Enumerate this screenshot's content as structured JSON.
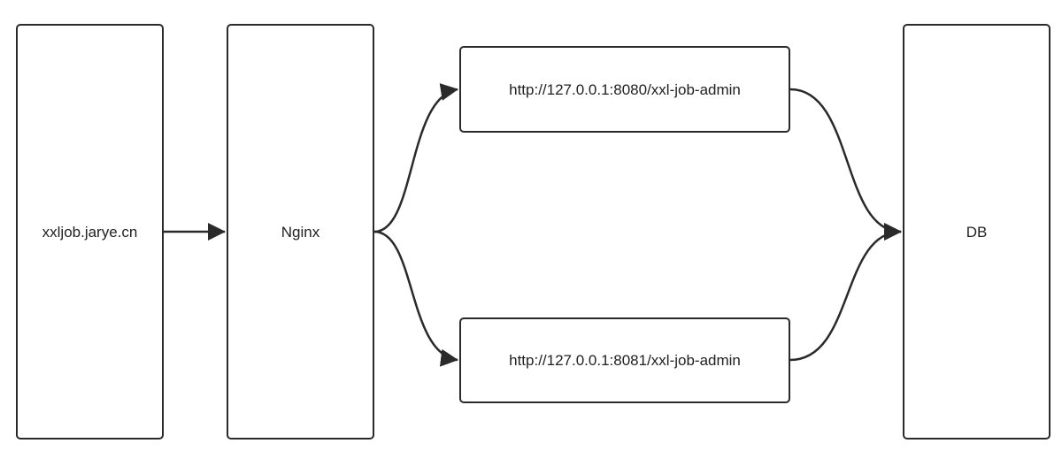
{
  "diagram": {
    "nodes": {
      "client": {
        "label": "xxljob.jarye.cn"
      },
      "nginx": {
        "label": "Nginx"
      },
      "admin1": {
        "label": "http://127.0.0.1:8080/xxl-job-admin"
      },
      "admin2": {
        "label": "http://127.0.0.1:8081/xxl-job-admin"
      },
      "db": {
        "label": "DB"
      }
    },
    "edges": [
      {
        "from": "client",
        "to": "nginx"
      },
      {
        "from": "nginx",
        "to": "admin1"
      },
      {
        "from": "nginx",
        "to": "admin2"
      },
      {
        "from": "admin1",
        "to": "db"
      },
      {
        "from": "admin2",
        "to": "db"
      }
    ],
    "colors": {
      "stroke": "#2a2a2a",
      "background": "#ffffff"
    }
  }
}
